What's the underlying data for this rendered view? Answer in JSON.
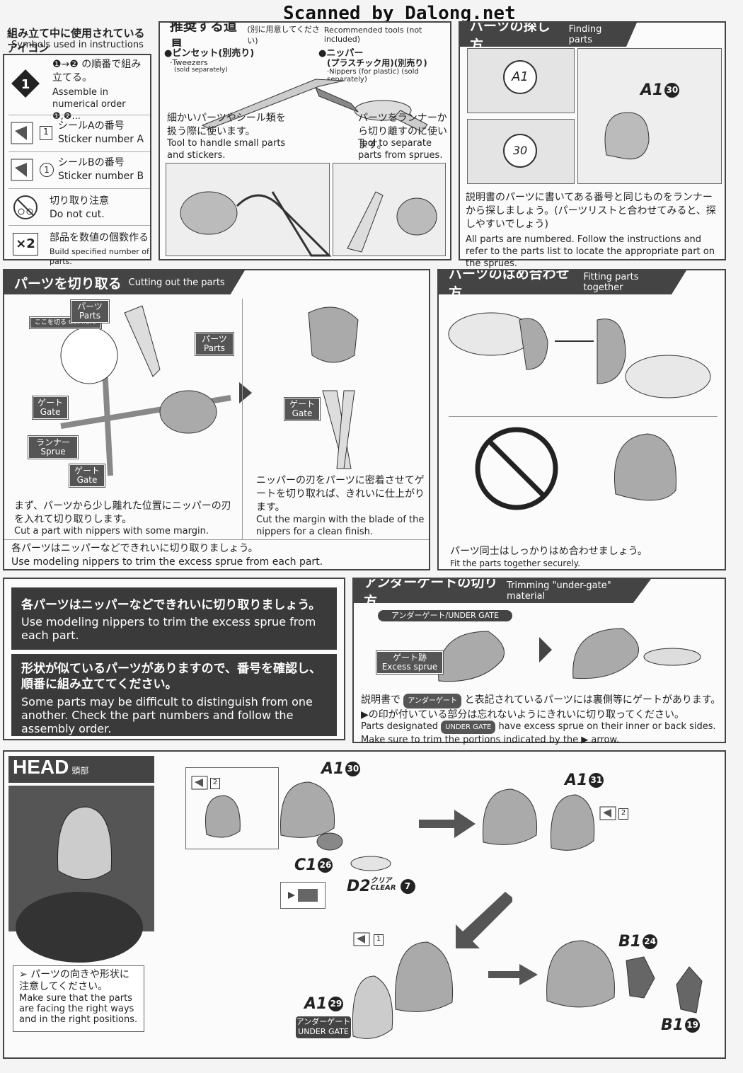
{
  "watermark": "Scanned by Dalong.net",
  "icons": {
    "title_jp": "組み立て中に使用されているアイコン",
    "title_en": "Symbols used in instructions",
    "order_jp": "の順番で組み立てる。",
    "order_en": "Assemble in numerical order",
    "sticker_a_jp": "シールAの番号",
    "sticker_a_en": "Sticker number A",
    "sticker_b_jp": "シールBの番号",
    "sticker_b_en": "Sticker number B",
    "nocut_jp": "切り取り注意",
    "nocut_en": "Do not cut.",
    "multi_jp": "部品を数値の個数作る",
    "multi_en": "Build specified number of parts.",
    "multi_label": "×2",
    "num_a": "1",
    "num_b": "1"
  },
  "tools": {
    "title_jp": "推奨する道具",
    "title_note": "(別に用意してください)",
    "title_en": "Recommended tools (not included)",
    "tweezers_jp": "●ピンセット(別売り)",
    "tweezers_en": "·Tweezers",
    "tweezers_en2": "(sold separately)",
    "nippers_jp": "●ニッパー",
    "nippers_jp2": "(プラスチック用)(別売り)",
    "nippers_en": "·Nippers (for plastic) (sold separately)",
    "tweezers_desc_jp": "細かいパーツやシール類を扱う際に使います。",
    "tweezers_desc_en": "Tool to handle small parts and stickers.",
    "nippers_desc_jp": "パーツをランナーから切り離すのに使います。",
    "nippers_desc_en": "Tool to separate parts from sprues."
  },
  "finding": {
    "title_jp": "パーツの探し方",
    "title_en": "Finding parts",
    "tag_a": "A1",
    "tag_a_num": "30",
    "tag_a_sprue": "A1",
    "tag_num_sprue": "30",
    "jp": "説明書のパーツに書いてある番号と同じものをランナーから探しましょう。(パーツリストと合わせてみると、探しやすいでしょう)",
    "en": "All parts are numbered. Follow the instructions and refer to the parts list to locate the appropriate part on the sprues."
  },
  "cutting": {
    "title_jp": "パーツを切り取る",
    "title_en": "Cutting out the parts",
    "cut_here": "ここを切る Cut here",
    "parts_label": "パーツ Parts",
    "gate_label": "ゲート Gate",
    "sprue_label": "ランナー Sprue",
    "left_jp": "まず、パーツから少し離れた位置にニッパーの刃を入れて切り取りします。",
    "left_en": "Cut a part with nippers with some margin.",
    "right_jp": "ニッパーの刃をパーツに密着させてゲートを切り取れば、きれいに仕上がります。",
    "right_en": "Cut the margin with the blade of the nippers for a clean finish.",
    "bottom_jp": "各パーツはニッパーなどできれいに切り取りましょう。",
    "bottom_en": "Use modeling nippers to trim the excess sprue from each part."
  },
  "fitting": {
    "title_jp": "パーツのはめ合わせ方",
    "title_en": "Fitting parts together",
    "jp": "パーツ同士はしっかりはめ合わせましょう。",
    "en": "Fit the parts together securely."
  },
  "notes": {
    "n1_jp": "各パーツはニッパーなどできれいに切り取りましょう。",
    "n1_en": "Use modeling nippers to trim the excess sprue from each part.",
    "n2_jp": "形状が似ているパーツがありますので、番号を確認し、順番に組み立ててください。",
    "n2_en": "Some parts may be difficult to distinguish from one another. Check the part numbers and follow the assembly order."
  },
  "undergate": {
    "title_jp": "アンダーゲートの切り方",
    "title_en": "Trimming \"under-gate\" material",
    "label": "アンダーゲート/UNDER GATE",
    "excess": "ゲート跡 Excess sprue",
    "chip_jp": "アンダーゲート",
    "chip_en": "UNDER GATE",
    "jp1": "説明書で",
    "jp2": "と表記されているパーツには裏側等にゲートがあります。",
    "jp3": "▶の印が付いている部分は忘れないようにきれいに切り取ってください。",
    "en1": "Parts designated",
    "en2": "have excess sprue on their inner or back sides.",
    "en3": "Make sure to trim the portions indicated by the ▶ arrow."
  },
  "head": {
    "title_en": "HEAD",
    "title_jp": "頭部",
    "note_jp": "パーツの向きや形状に注意してください。",
    "note_en": "Make sure that the parts are facing the right ways and in the right positions.",
    "p_a130": "A1",
    "p_a130n": "30",
    "p_a131": "A1",
    "p_a131n": "31",
    "p_c126": "C1",
    "p_c126n": "26",
    "p_d2": "D2",
    "p_d2_sub": "クリア CLEAR",
    "p_d2n": "7",
    "p_a129": "A1",
    "p_a129n": "29",
    "p_b124": "B1",
    "p_b124n": "24",
    "p_b119": "B1",
    "p_b119n": "19",
    "ug_jp": "アンダーゲート",
    "ug_en": "UNDER GATE",
    "st2": "2",
    "st2b": "2",
    "st1": "1"
  }
}
